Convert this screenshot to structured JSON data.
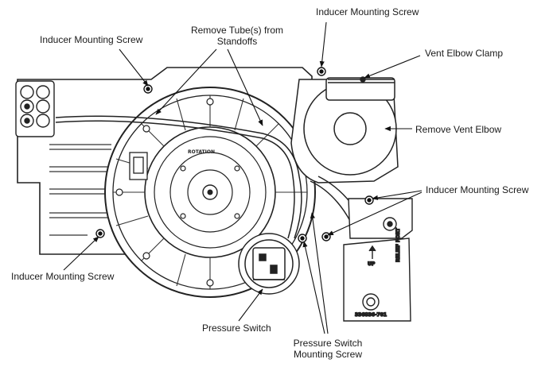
{
  "callouts": {
    "inducer_screw_top_left": "Inducer Mounting Screw",
    "remove_tubes": [
      "Remove Tube(s) from",
      "Standoffs"
    ],
    "inducer_screw_top_right": "Inducer Mounting Screw",
    "vent_elbow_clamp": "Vent Elbow Clamp",
    "remove_vent_elbow": "Remove Vent Elbow",
    "inducer_screw_right": "Inducer Mounting Screw",
    "inducer_screw_bottom_left": "Inducer Mounting Screw",
    "pressure_switch": "Pressure Switch",
    "pressure_switch_screw": [
      "Pressure Switch",
      "Mounting Screw"
    ]
  },
  "part_markings": {
    "rotation": "ROTATION",
    "up": "UP",
    "relief_port": "RELIEF PORT",
    "part_number": "336836-701"
  }
}
